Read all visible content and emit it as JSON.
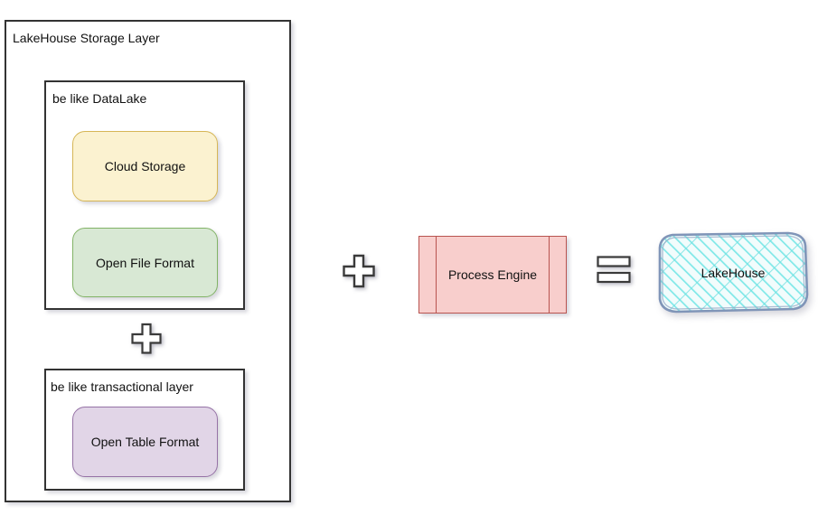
{
  "diagram": {
    "title": "LakeHouse Storage Layer",
    "background_color": "#ffffff",
    "storage_layer": {
      "label": "LakeHouse Storage Layer",
      "datalake_group": {
        "label": "be like DataLake",
        "items": [
          {
            "label": "Cloud Storage",
            "fill": "#fbf2d0",
            "stroke": "#d6b656"
          },
          {
            "label": "Open File Format",
            "fill": "#d8e8d4",
            "stroke": "#82b366"
          }
        ]
      },
      "inner_operator": "plus-icon",
      "transactional_group": {
        "label": "be like transactional layer",
        "items": [
          {
            "label": "Open Table Format",
            "fill": "#e1d5e7",
            "stroke": "#9673a6"
          }
        ]
      }
    },
    "operator_plus": "plus-icon",
    "process_engine": {
      "label": "Process Engine",
      "fill": "#f8cecc",
      "stroke": "#b85450"
    },
    "operator_equals": "equals-icon",
    "result": {
      "label": "LakeHouse",
      "fill": "#b8f2f2",
      "stroke": "#8095b8",
      "style": "sketch-hatched"
    }
  }
}
